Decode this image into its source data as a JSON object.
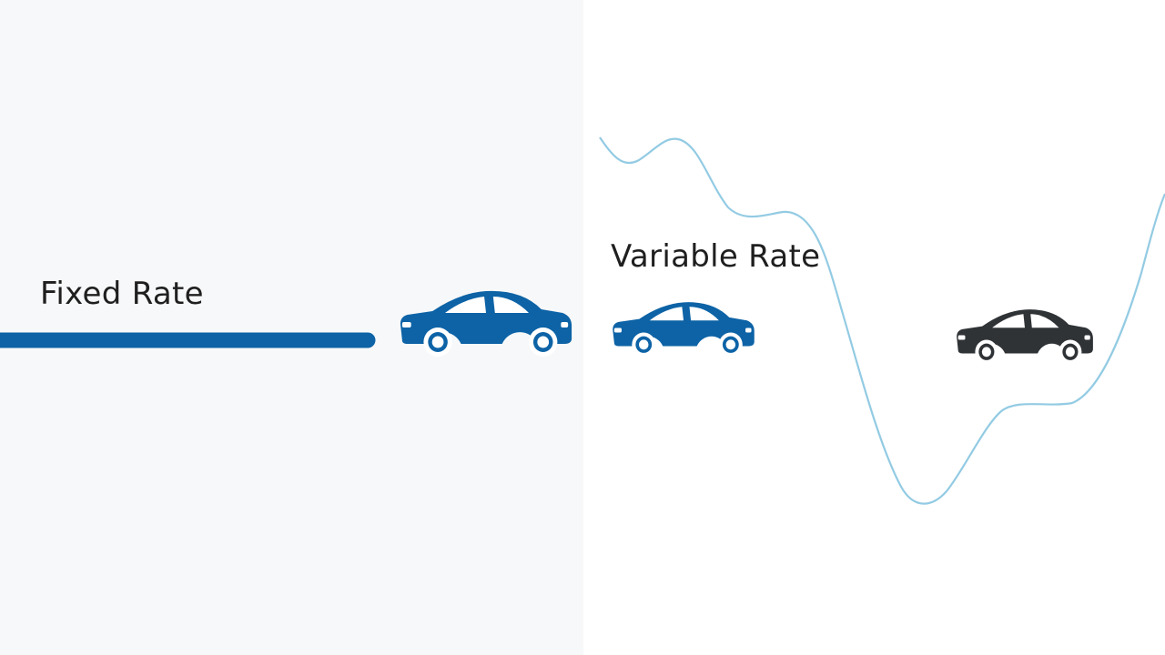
{
  "fixed": {
    "label": "Fixed Rate",
    "color": "#0d63a6",
    "background": "#f7f8f9"
  },
  "variable": {
    "label": "Variable Rate",
    "line_color": "#93cbe3",
    "background": "#ffffff"
  },
  "text_color": "#1f1f1f",
  "cars": [
    {
      "name": "car-fixed",
      "color": "#0d63a6",
      "icon": "car-icon"
    },
    {
      "name": "car-variable-blue",
      "color": "#0d63a6",
      "icon": "car-icon"
    },
    {
      "name": "car-variable-dark",
      "color": "#303336",
      "icon": "car-icon"
    }
  ]
}
